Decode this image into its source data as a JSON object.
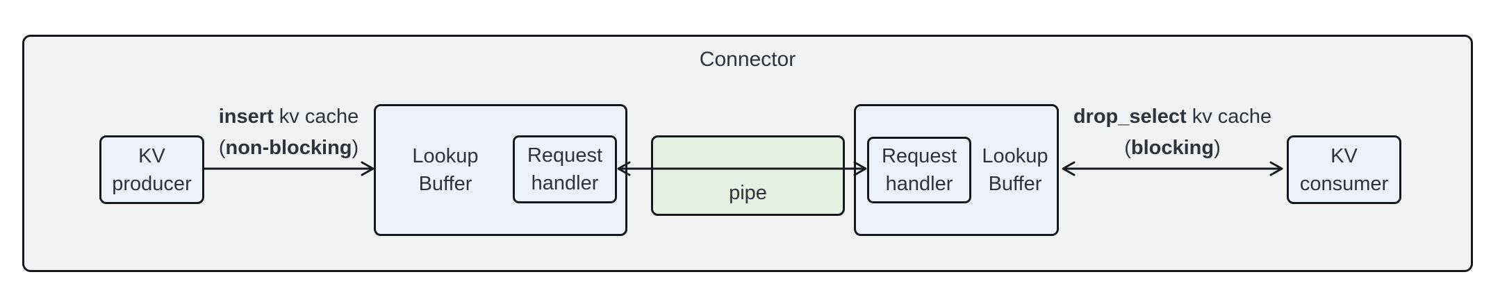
{
  "title": "Connector",
  "nodes": {
    "kv_producer": {
      "lines": [
        "KV",
        "producer"
      ]
    },
    "left_buffer": {
      "label_lines": [
        "Lookup",
        "Buffer"
      ]
    },
    "left_handler": {
      "lines": [
        "Request",
        "handler"
      ]
    },
    "pipe": {
      "label": "pipe"
    },
    "right_handler": {
      "lines": [
        "Request",
        "handler"
      ]
    },
    "right_buffer": {
      "label_lines": [
        "Lookup",
        "Buffer"
      ]
    },
    "kv_consumer": {
      "lines": [
        "KV",
        "consumer"
      ]
    }
  },
  "edges": {
    "insert": {
      "line1_bold": "insert",
      "line1_rest": " kv cache",
      "line2_pre": "(",
      "line2_bold": "non-blocking",
      "line2_post": ")"
    },
    "drop_select": {
      "line1_bold": "drop_select",
      "line1_rest": " kv cache",
      "line2_pre": "(",
      "line2_bold": "blocking",
      "line2_post": ")"
    }
  },
  "colors": {
    "outer_fill": "#f2f2f2",
    "node_fill": "#edf1fa",
    "pipe_fill": "#e3f0e2",
    "border": "#16181d",
    "text": "#2d323b"
  }
}
